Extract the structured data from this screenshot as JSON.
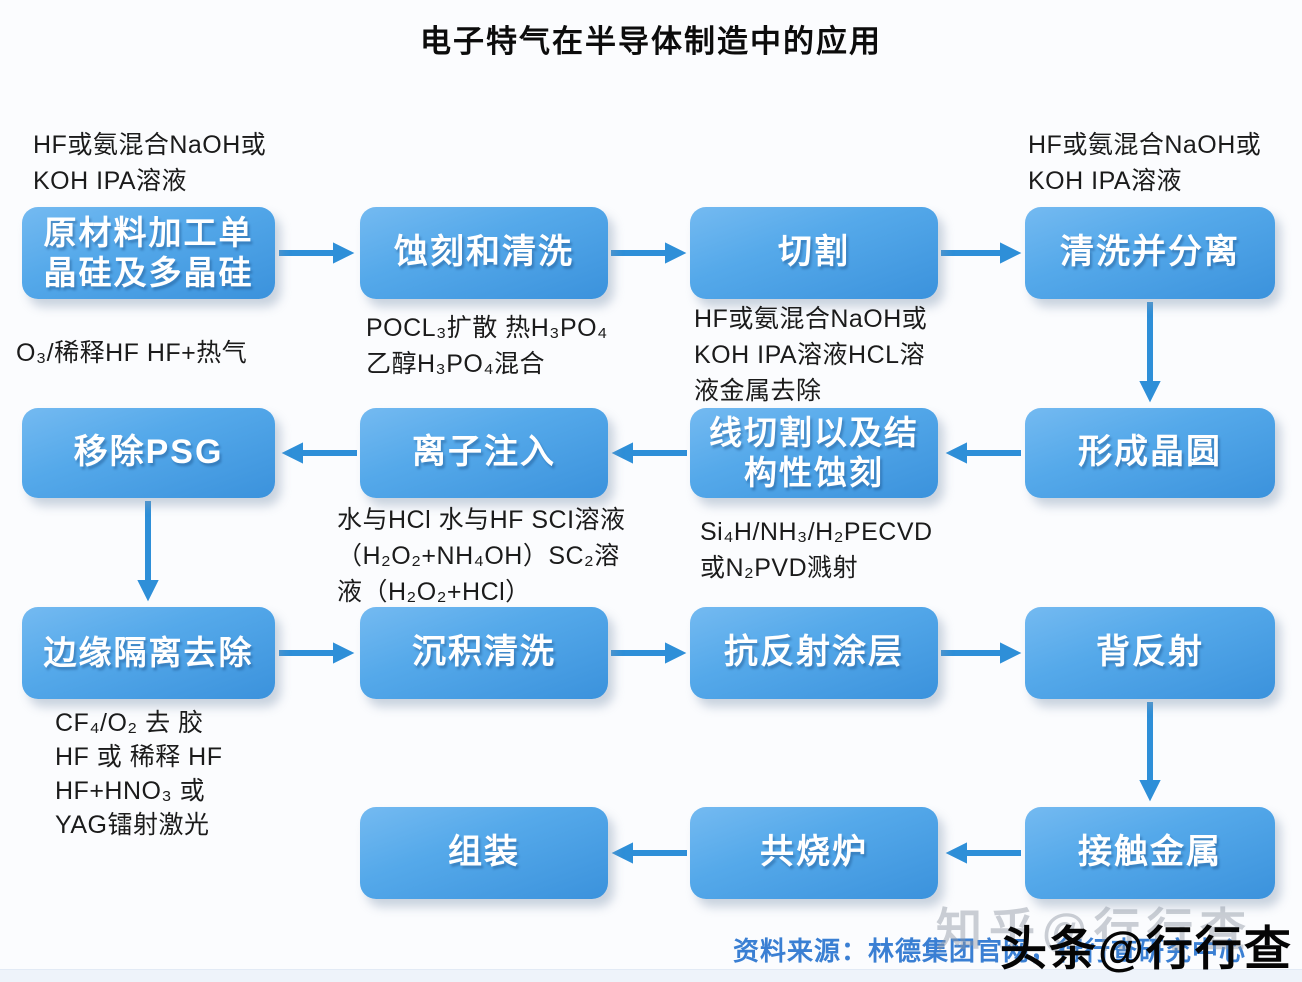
{
  "title": "电子特气在半导体制造中的应用",
  "boxes": [
    {
      "name": "raw-material-processing",
      "label": "原材料加工单\n晶硅及多晶硅"
    },
    {
      "name": "etch-and-clean",
      "label": "蚀刻和清洗"
    },
    {
      "name": "cutting",
      "label": "切割"
    },
    {
      "name": "clean-and-separate",
      "label": "清洗并分离"
    },
    {
      "name": "remove-psg",
      "label": "移除PSG"
    },
    {
      "name": "ion-implantation",
      "label": "离子注入"
    },
    {
      "name": "wire-cut-structural-etch",
      "label": "线切割以及结\n构性蚀刻"
    },
    {
      "name": "form-wafer",
      "label": "形成晶圆"
    },
    {
      "name": "edge-isolation-removal",
      "label": "边缘隔离去除"
    },
    {
      "name": "deposition-clean",
      "label": "沉积清洗"
    },
    {
      "name": "anti-reflective-coating",
      "label": "抗反射涂层"
    },
    {
      "name": "back-reflection",
      "label": "背反射"
    },
    {
      "name": "assembly",
      "label": "组装"
    },
    {
      "name": "co-firing-furnace",
      "label": "共烧炉"
    },
    {
      "name": "contact-metal",
      "label": "接触金属"
    }
  ],
  "annotations": [
    {
      "name": "naoh-koh-ipa-left",
      "text": "HF或氨混合NaOH或\nKOH IPA溶液"
    },
    {
      "name": "naoh-koh-ipa-right",
      "text": "HF或氨混合NaOH或\nKOH IPA溶液"
    },
    {
      "name": "ozone-dilute-hf",
      "text": "O₃/稀释HF HF+热气"
    },
    {
      "name": "pocl3-diffusion",
      "text": "POCL₃扩散 热H₃PO₄\n乙醇H₃PO₄混合"
    },
    {
      "name": "hcl-metal-removal",
      "text": "HF或氨混合NaOH或\nKOH IPA溶液HCL溶\n液金属去除"
    },
    {
      "name": "sc-cleaning-solutions",
      "text": "水与HCl 水与HF SCI溶液\n（H₂O₂+NH₄OH）SC₂溶\n液（H₂O₂+HCl）"
    },
    {
      "name": "pecvd-pvd-sputtering",
      "text": "Si₄H/NH₃/H₂PECVD\n或N₂PVD溅射"
    },
    {
      "name": "cf4-o2-stripping",
      "text": "CF₄/O₂ 去 胶\nHF 或 稀释 HF\nHF+HNO₃ 或\nYAG镭射激光"
    }
  ],
  "footer": {
    "source": "资料来源：林德集团官网，行行查研究中心",
    "watermark_gray": "知乎@行行查",
    "watermark_black": "头条@行行查"
  },
  "colors": {
    "box_gradient_start": "#74baf1",
    "box_gradient_end": "#3b92dc",
    "arrow": "#2e8fd8",
    "source_text": "#3a7fd3"
  }
}
